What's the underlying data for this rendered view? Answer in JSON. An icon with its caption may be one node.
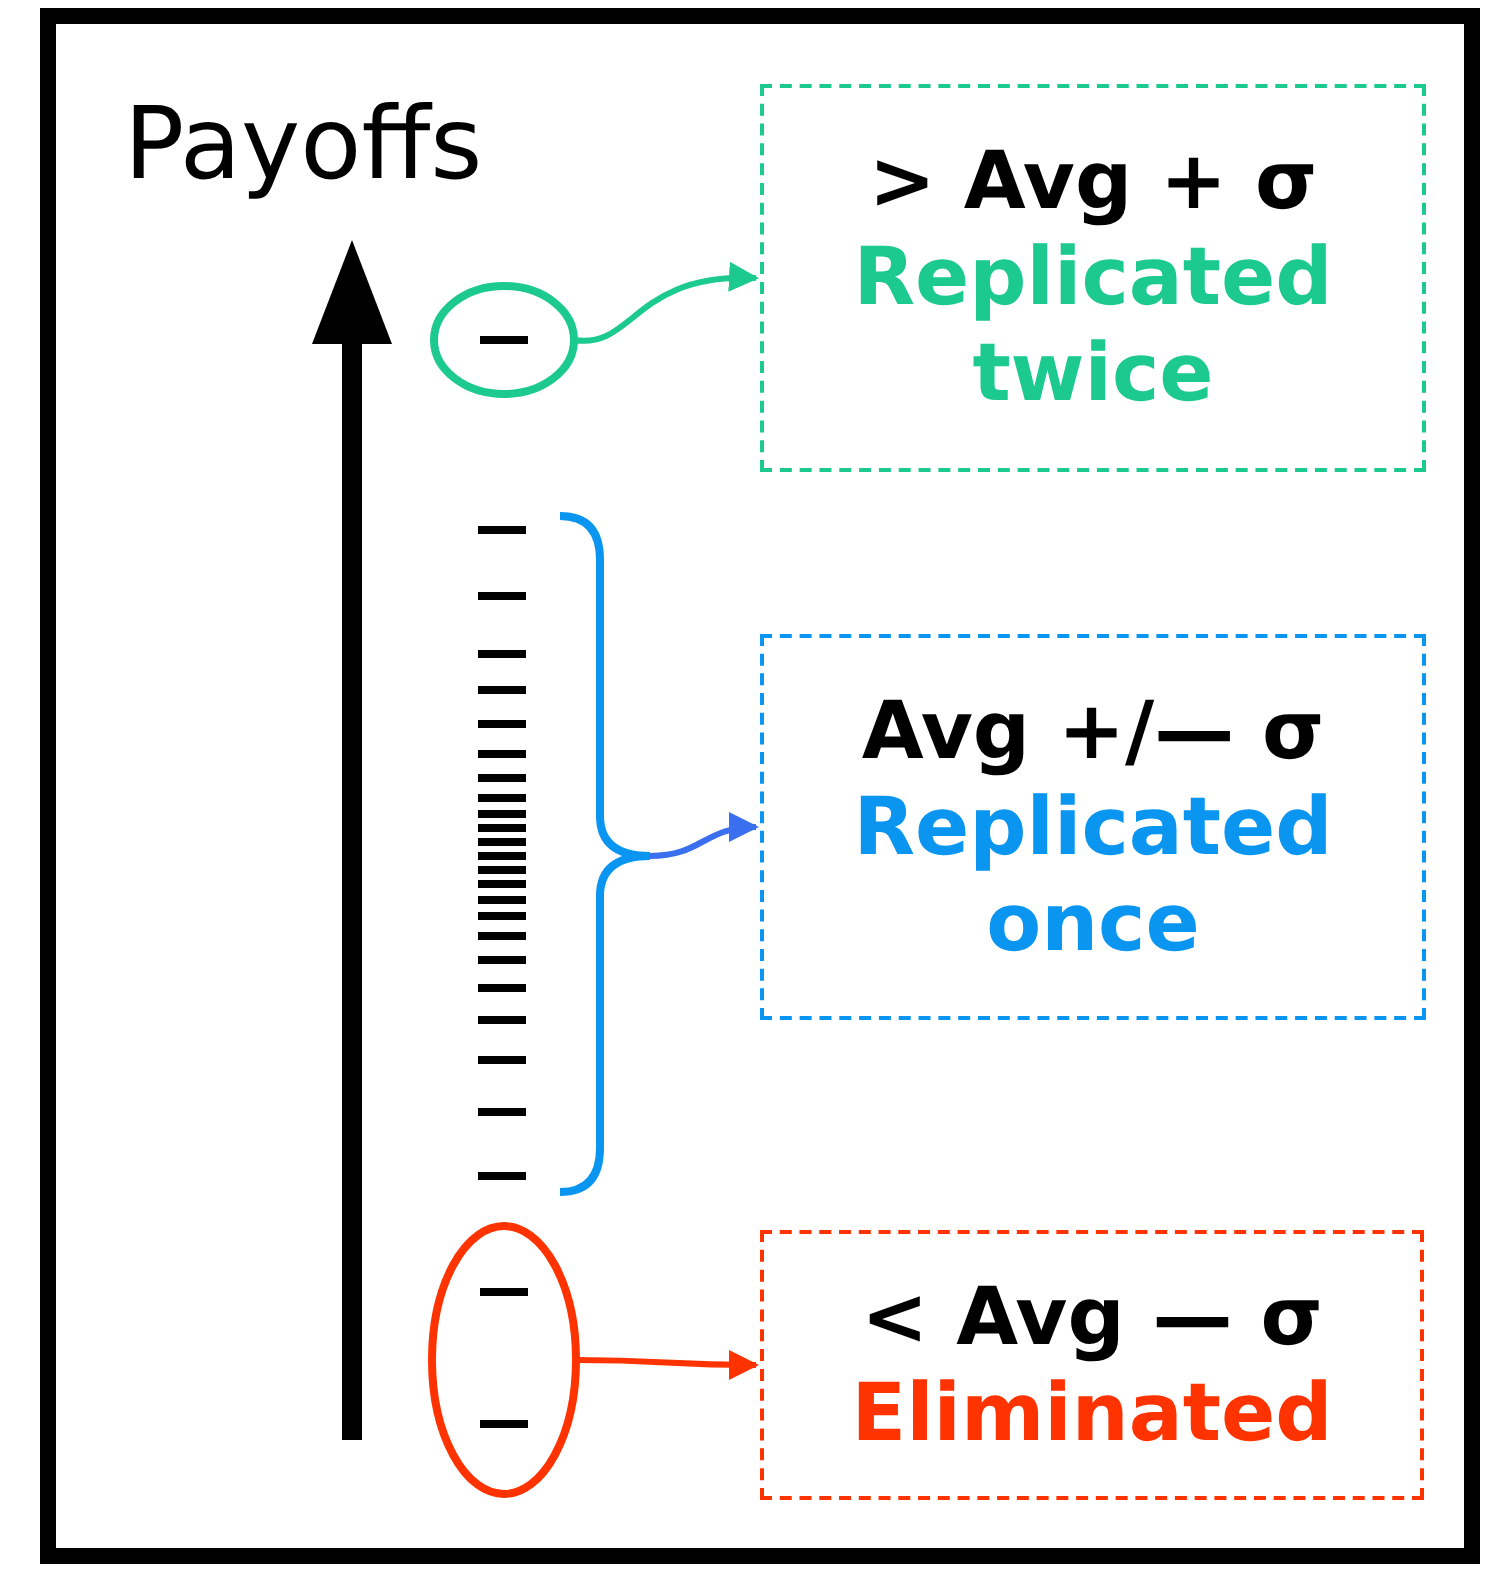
{
  "diagram": {
    "nodes": [
      {
        "text": [],
        "shape": "circle"
      },
      {
        "text": [
          "> Avg + σ",
          "Replicated twice"
        ]
      },
      {
        "text": [],
        "shape": "brace"
      },
      {
        "text": [
          "Avg +/— σ",
          "Replicated once"
        ]
      },
      {
        "text": [],
        "shape": "circle"
      },
      {
        "text": [
          "< Avg — σ",
          "Eliminated"
        ]
      }
    ],
    "edges": [
      {
        "from": 0,
        "to": 1,
        "arrow": "to",
        "color": "#1cc98f"
      },
      {
        "from": 2,
        "to": 3,
        "arrow": "to",
        "color": "#3a6ff0"
      },
      {
        "from": 4,
        "to": 5,
        "arrow": "to",
        "color": "#ff3300"
      }
    ],
    "labels": [
      "Payoffs"
    ]
  }
}
